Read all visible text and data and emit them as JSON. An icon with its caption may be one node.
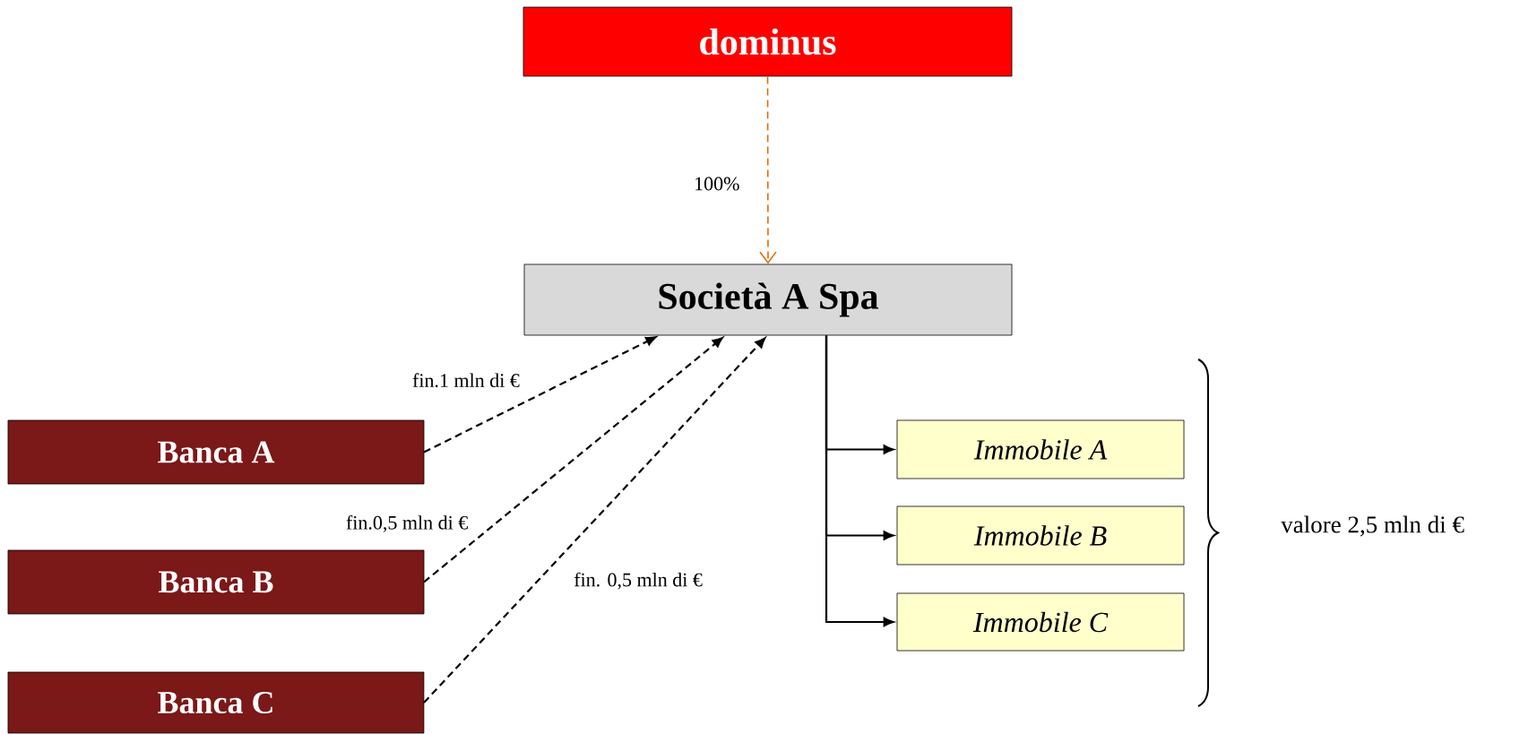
{
  "diagram": {
    "nodes": [
      {
        "text": [
          "dominus"
        ]
      },
      {
        "text": [
          "Società A Spa"
        ]
      },
      {
        "text": [
          "Banca A"
        ]
      },
      {
        "text": [
          "Banca B"
        ]
      },
      {
        "text": [
          "Banca C"
        ]
      },
      {
        "text": [
          "Immobile A"
        ]
      },
      {
        "text": [
          "Immobile B"
        ]
      },
      {
        "text": [
          "Immobile C"
        ]
      }
    ],
    "edges": [
      {
        "from": 0,
        "to": 1,
        "arrow": "to",
        "label": "100%",
        "style": "dashed",
        "color": "#e26b0a"
      },
      {
        "from": 2,
        "to": 1,
        "arrow": "to",
        "label": "fin.1 mln di €",
        "style": "dashed"
      },
      {
        "from": 3,
        "to": 1,
        "arrow": "to",
        "label": "fin.0,5  mln di €",
        "style": "dashed"
      },
      {
        "from": 4,
        "to": 1,
        "arrow": "to",
        "label": "fin. 0,5 mln di €",
        "style": "dashed"
      },
      {
        "from": 1,
        "to": 5,
        "arrow": "to"
      },
      {
        "from": 1,
        "to": 6,
        "arrow": "to"
      },
      {
        "from": 1,
        "to": 7,
        "arrow": "to"
      }
    ],
    "labels": [
      "valore 2,5 mln di €"
    ]
  }
}
